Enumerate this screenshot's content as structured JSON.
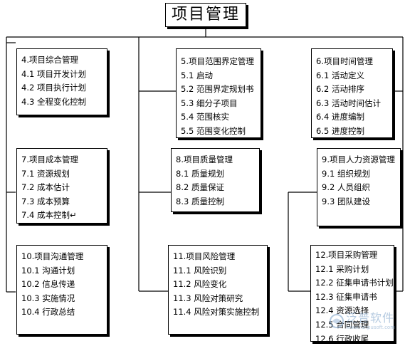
{
  "title": "项目管理",
  "boxes": [
    {
      "heading": "4.项目综合管理",
      "items": [
        "4.1 项目开发计划",
        "4.2 项目执行计划",
        "4.3 全程变化控制"
      ]
    },
    {
      "heading": "5.项目范围界定管理",
      "items": [
        "5.1 启动",
        "5.2 范围界定规划书",
        "5.3 细分子项目",
        "5.4 范围核实",
        "5.5 范围变化控制"
      ]
    },
    {
      "heading": "6.项目时间管理",
      "items": [
        "6.1 活动定义",
        "6.2 活动排序",
        "6.3 活动时间估计",
        "6.4 进度编制",
        "6.5 进度控制"
      ]
    },
    {
      "heading": "7.项目成本管理",
      "items": [
        "7.1 资源规划",
        "7.2 成本估计",
        "7.3 成本预算",
        "7.4 成本控制↵"
      ]
    },
    {
      "heading": "8.项目质量管理",
      "items": [
        "8.1 质量规划",
        "8.2 质量保证",
        "8.3 质量控制"
      ]
    },
    {
      "heading": "9.项目人力资源管理",
      "items": [
        "9.1 组织规划",
        "9.2 人员组织",
        "9.3 团队建设"
      ]
    },
    {
      "heading": "10.项目沟通管理",
      "items": [
        "10.1 沟通计划",
        "10.2 信息传递",
        "10.3 实施情况",
        "10.4 行政总结"
      ]
    },
    {
      "heading": "11.项目风险管理",
      "items": [
        "11.1 风险识别",
        "11.2 风险变化",
        "11.3 风险对策研究",
        "11.4 风险对策实施控制"
      ]
    },
    {
      "heading": "12.项目采购管理",
      "items": [
        "12.1 采购计划",
        "12.2 征集申请书计划",
        "12.3 征集申请书",
        "12.4 资源选择",
        "12.5 合同管理",
        "12.6 行政收尾"
      ]
    }
  ],
  "watermark": {
    "name": "泛普软件",
    "url": "www.fanpusoft.com"
  }
}
